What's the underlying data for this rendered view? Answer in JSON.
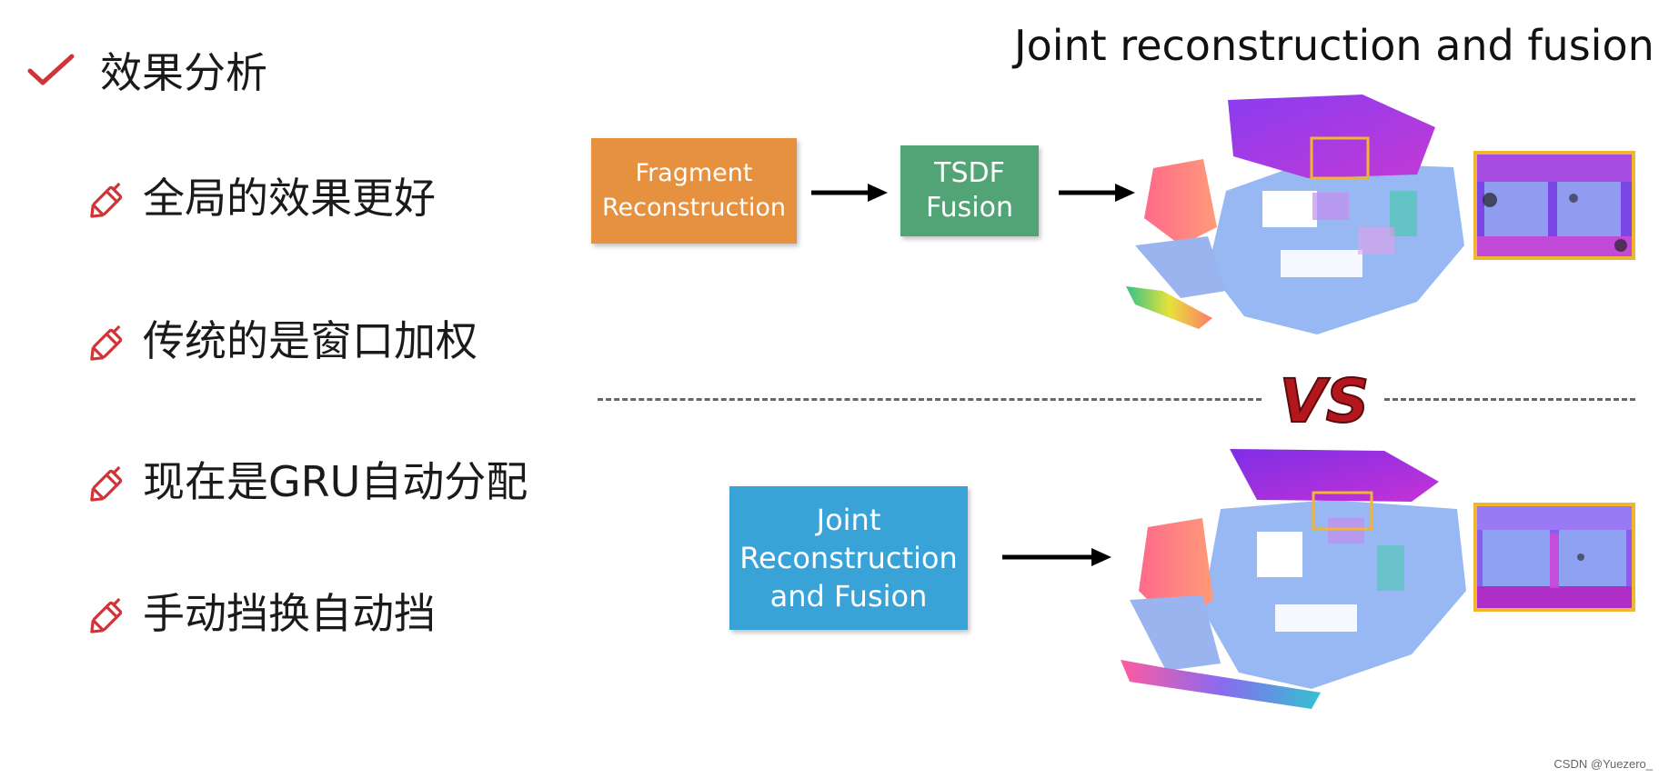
{
  "left_panel": {
    "heading": "效果分析",
    "bullets": [
      "全局的效果更好",
      "传统的是窗口加权",
      "现在是GRU自动分配",
      "手动挡换自动挡"
    ],
    "icons": {
      "heading": "check-icon",
      "bullet": "pencil-icon"
    },
    "colors": {
      "icon_red": "#d13438"
    }
  },
  "diagram": {
    "title": "Joint reconstruction and fusion",
    "top_pipeline": {
      "step1": [
        "Fragment",
        "Reconstruction"
      ],
      "step2": [
        "TSDF",
        "Fusion"
      ]
    },
    "separator_label": "VS",
    "bottom_pipeline": {
      "step1": [
        "Joint",
        "Reconstruction",
        "and Fusion"
      ]
    },
    "colors": {
      "fragment_box": "#e6913f",
      "tsdf_box": "#52a476",
      "joint_box": "#39a3d8",
      "zoom_border": "#f2b531",
      "vs": "#b3161c"
    }
  },
  "watermark": "CSDN @Yuezero_"
}
